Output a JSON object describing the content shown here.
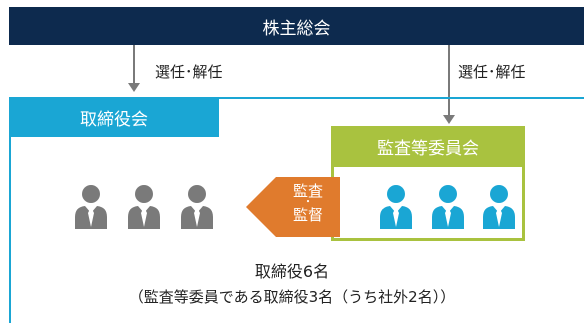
{
  "shareholders_meeting": {
    "label": "株主総会",
    "bg": "#0d2a4e"
  },
  "arrows": [
    {
      "label": "選任･解任"
    },
    {
      "label": "選任･解任"
    }
  ],
  "board": {
    "label": "取締役会",
    "color": "#1aa6d4"
  },
  "committee": {
    "label": "監査等委員会",
    "color": "#a9c23f"
  },
  "audit_arrow": {
    "line1": "監査",
    "dot": "・",
    "line2": "監督",
    "color": "#e07b2d"
  },
  "people": {
    "non_committee": {
      "count": 3,
      "color": "#7a7a7a",
      "icon": "person-icon"
    },
    "committee": {
      "count": 3,
      "color": "#1aa6d4",
      "icon": "person-icon"
    }
  },
  "summary": {
    "line1": "取締役6名",
    "line2": "（監査等委員である取締役3名（うち社外2名））"
  }
}
